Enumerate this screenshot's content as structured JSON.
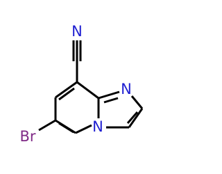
{
  "molecule": {
    "atoms": {
      "nitrile_n": {
        "label": "N",
        "color": "#1f1fd1"
      },
      "ring_n_top": {
        "label": "N",
        "color": "#1f1fd1"
      },
      "ring_n_bridge": {
        "label": "N",
        "color": "#1f1fd1"
      },
      "bromine": {
        "label": "Br",
        "color": "#7f2a86"
      }
    },
    "bond_color": "#000000"
  }
}
